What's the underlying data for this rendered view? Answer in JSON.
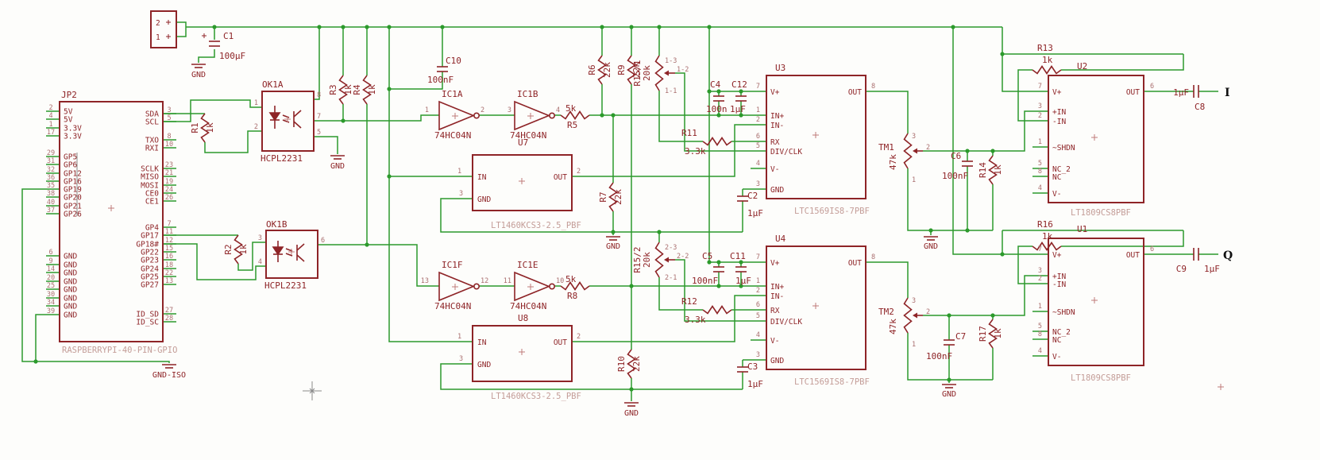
{
  "colors": {
    "background": "#fdfdfb",
    "wire": "#2c9a2c",
    "symbol": "#8e2427",
    "pin_number": "#aa6f6f",
    "part_label": "#c49d98",
    "net_label": "#111111",
    "origin_cross": "#c07a7a",
    "cursor": "#8a8a8a"
  },
  "nets": {
    "i": "I",
    "q": "Q"
  },
  "grounds": {
    "gnd": "GND",
    "gnd_iso": "GND-ISO"
  },
  "power_header": {
    "pin_top": "2",
    "pin_bottom": "1"
  },
  "jp2": {
    "name": "JP2",
    "part": "RASPBERRYPI-40-PIN-GPIO",
    "left_pins": [
      {
        "n": "2",
        "l": "5V"
      },
      {
        "n": "4",
        "l": "5V"
      },
      {
        "n": "1",
        "l": "3.3V"
      },
      {
        "n": "17",
        "l": "3.3V"
      },
      {
        "n": "29",
        "l": "GP5"
      },
      {
        "n": "31",
        "l": "GP6"
      },
      {
        "n": "32",
        "l": "GP12"
      },
      {
        "n": "36",
        "l": "GP16"
      },
      {
        "n": "35",
        "l": "GP19"
      },
      {
        "n": "38",
        "l": "GP20"
      },
      {
        "n": "40",
        "l": "GP21"
      },
      {
        "n": "37",
        "l": "GP26"
      },
      {
        "n": "6",
        "l": "GND"
      },
      {
        "n": "9",
        "l": "GND"
      },
      {
        "n": "14",
        "l": "GND"
      },
      {
        "n": "20",
        "l": "GND"
      },
      {
        "n": "25",
        "l": "GND"
      },
      {
        "n": "30",
        "l": "GND"
      },
      {
        "n": "34",
        "l": "GND"
      },
      {
        "n": "39",
        "l": "GND"
      }
    ],
    "right_pins": [
      {
        "l": "SDA",
        "n": "3"
      },
      {
        "l": "SCL",
        "n": "5"
      },
      {
        "l": "TXO",
        "n": "8"
      },
      {
        "l": "RXI",
        "n": "10"
      },
      {
        "l": "SCLK",
        "n": "23"
      },
      {
        "l": "MISO",
        "n": "21"
      },
      {
        "l": "MOSI",
        "n": "19"
      },
      {
        "l": "CE0",
        "n": "24"
      },
      {
        "l": "CE1",
        "n": "26"
      },
      {
        "l": "GP4",
        "n": "7"
      },
      {
        "l": "GP17",
        "n": "11"
      },
      {
        "l": "GP18#",
        "n": "12"
      },
      {
        "l": "GP22",
        "n": "15"
      },
      {
        "l": "GP23",
        "n": "16"
      },
      {
        "l": "GP24",
        "n": "18"
      },
      {
        "l": "GP25",
        "n": "22"
      },
      {
        "l": "GP27",
        "n": "13"
      },
      {
        "l": "ID_SD",
        "n": "27"
      },
      {
        "l": "ID_SC",
        "n": "28"
      }
    ]
  },
  "optocouplers": [
    {
      "name": "OK1A",
      "part": "HCPL2231",
      "pins": {
        "a": "1",
        "k": "2",
        "vcc": "8",
        "vo": "7",
        "gnd": "5"
      }
    },
    {
      "name": "OK1B",
      "part": "HCPL2231",
      "pins": {
        "a": "3",
        "k": "4",
        "vo": "6"
      }
    }
  ],
  "inverters": [
    {
      "name": "IC1A",
      "part": "74HC04N",
      "pin_in": "1",
      "pin_out": "2"
    },
    {
      "name": "IC1B",
      "part": "74HC04N",
      "pin_in": "3",
      "pin_out": "4"
    },
    {
      "name": "IC1F",
      "part": "74HC04N",
      "pin_in": "13",
      "pin_out": "12"
    },
    {
      "name": "IC1E",
      "part": "74HC04N",
      "pin_in": "11",
      "pin_out": "10"
    }
  ],
  "references": [
    {
      "name": "U7",
      "part": "LT1460KCS3-2.5_PBF",
      "pin_in_label": "IN",
      "pin_in": "1",
      "pin_out_label": "OUT",
      "pin_out": "2",
      "pin_gnd_label": "GND",
      "pin_gnd": "3"
    },
    {
      "name": "U8",
      "part": "LT1460KCS3-2.5_PBF",
      "pin_in_label": "IN",
      "pin_in": "1",
      "pin_out_label": "OUT",
      "pin_out": "2",
      "pin_gnd_label": "GND",
      "pin_gnd": "3"
    }
  ],
  "filters": [
    {
      "name": "U3",
      "part": "LTC1569IS8-7PBF",
      "pins": {
        "vplus": {
          "l": "V+",
          "n": "7"
        },
        "inp": {
          "l": "IN+",
          "n": "1"
        },
        "inm": {
          "l": "IN-",
          "n": "2"
        },
        "rx": {
          "l": "RX",
          "n": "6"
        },
        "div": {
          "l": "DIV/CLK",
          "n": "5"
        },
        "vminus": {
          "l": "V-",
          "n": "4"
        },
        "gnd": {
          "l": "GND",
          "n": "3"
        },
        "out": {
          "l": "OUT",
          "n": "8"
        }
      }
    },
    {
      "name": "U4",
      "part": "LTC1569IS8-7PBF",
      "pins": {
        "vplus": {
          "l": "V+",
          "n": "7"
        },
        "inp": {
          "l": "IN+",
          "n": "1"
        },
        "inm": {
          "l": "IN-",
          "n": "2"
        },
        "rx": {
          "l": "RX",
          "n": "6"
        },
        "div": {
          "l": "DIV/CLK",
          "n": "5"
        },
        "vminus": {
          "l": "V-",
          "n": "4"
        },
        "gnd": {
          "l": "GND",
          "n": "3"
        },
        "out": {
          "l": "OUT",
          "n": "8"
        }
      }
    }
  ],
  "opamps": [
    {
      "name": "U2",
      "part": "LT1809CS8PBF",
      "pins": {
        "vplus": {
          "l": "V+",
          "n": "7"
        },
        "inp": {
          "l": "+IN",
          "n": "3"
        },
        "inm": {
          "l": "-IN",
          "n": "2"
        },
        "shdn": {
          "l": "~SHDN",
          "n": "1"
        },
        "nc2": {
          "l": "NC_2",
          "n": "5"
        },
        "nc": {
          "l": "NC",
          "n": "8"
        },
        "vminus": {
          "l": "V-",
          "n": "4"
        },
        "out": {
          "l": "OUT",
          "n": "6"
        }
      }
    },
    {
      "name": "U1",
      "part": "LT1809CS8PBF",
      "pins": {
        "vplus": {
          "l": "V+",
          "n": "7"
        },
        "inp": {
          "l": "+IN",
          "n": "3"
        },
        "inm": {
          "l": "-IN",
          "n": "2"
        },
        "shdn": {
          "l": "~SHDN",
          "n": "1"
        },
        "nc2": {
          "l": "NC_2",
          "n": "5"
        },
        "nc": {
          "l": "NC",
          "n": "8"
        },
        "vminus": {
          "l": "V-",
          "n": "4"
        },
        "out": {
          "l": "OUT",
          "n": "6"
        }
      }
    }
  ],
  "resistors": [
    {
      "name": "R1",
      "value": "1k"
    },
    {
      "name": "R2",
      "value": "1k"
    },
    {
      "name": "R3",
      "value": "1k"
    },
    {
      "name": "R4",
      "value": "1k"
    },
    {
      "name": "R5",
      "value": "5k"
    },
    {
      "name": "R6",
      "value": "22k"
    },
    {
      "name": "R7",
      "value": "22k"
    },
    {
      "name": "R8",
      "value": "5k"
    },
    {
      "name": "R9",
      "value": "22k"
    },
    {
      "name": "R10",
      "value": "22k"
    },
    {
      "name": "R11",
      "value": "3.3k"
    },
    {
      "name": "R12",
      "value": "3.3k"
    },
    {
      "name": "R13",
      "value": "1k"
    },
    {
      "name": "R14",
      "value": "1k"
    },
    {
      "name": "R16",
      "value": "1k"
    },
    {
      "name": "R17",
      "value": "1k"
    }
  ],
  "trimmers": [
    {
      "name": "R15/1",
      "value": "20k",
      "taps": [
        "1-1",
        "1-2",
        "1-3"
      ]
    },
    {
      "name": "R15/2",
      "value": "20k",
      "taps": [
        "2-1",
        "2-2",
        "2-3"
      ]
    },
    {
      "name": "TM1",
      "value": "47k",
      "taps": [
        "1",
        "2",
        "3"
      ]
    },
    {
      "name": "TM2",
      "value": "47k",
      "taps": [
        "1",
        "2",
        "3"
      ]
    }
  ],
  "capacitors": [
    {
      "name": "C1",
      "value": "100µF"
    },
    {
      "name": "C2",
      "value": "1µF"
    },
    {
      "name": "C3",
      "value": "1µF"
    },
    {
      "name": "C4",
      "value": "100n"
    },
    {
      "name": "C5",
      "value": "100nF"
    },
    {
      "name": "C6",
      "value": "100nF"
    },
    {
      "name": "C7",
      "value": "100nF"
    },
    {
      "name": "C8",
      "value": "1µF"
    },
    {
      "name": "C9",
      "value": "1µF"
    },
    {
      "name": "C10",
      "value": "100nF"
    },
    {
      "name": "C11",
      "value": "1µF"
    },
    {
      "name": "C12",
      "value": "1µF"
    }
  ]
}
